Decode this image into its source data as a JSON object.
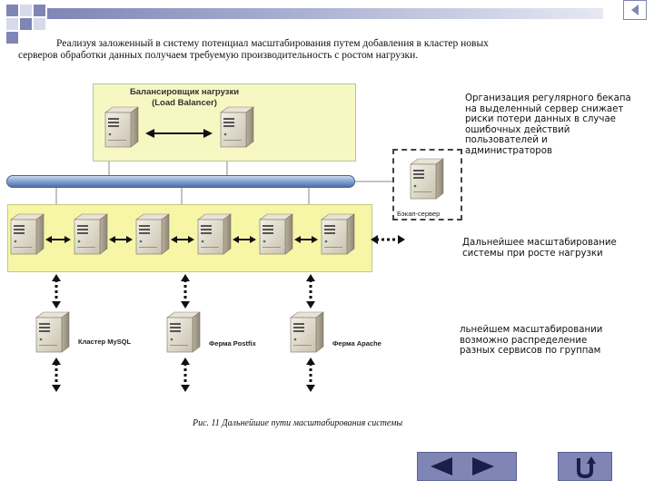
{
  "intro": {
    "line1": "Реализуя заложенный в систему потенциал масштабирования путем добавления в кластер новых",
    "line2": "серверов обработки данных получаем требуемую производительность с ростом нагрузки."
  },
  "diagram": {
    "load_balancer": {
      "title_line1": "Балансировщик нагрузки",
      "title_line2": "(Load Balancer)"
    },
    "backup_label": "Бэкап-сервер",
    "notes": {
      "backup_note": [
        "Организация регулярного бекапа",
        "на выделенный сервер снижает",
        "риски потери данных в случае",
        "ошибочных действий",
        "пользователей и",
        "администраторов"
      ],
      "scaling_note": [
        "Дальнейшее масштабирование",
        "системы при росте нагрузки"
      ],
      "distribution_note": [
        "льнейшем масштабировании",
        "возможно распределение",
        "разных сервисов по группам"
      ]
    },
    "nodes": {
      "mysql": "Кластер MySQL",
      "postfix": "Ферма Postfix",
      "apache": "Ферма Apache"
    }
  },
  "caption": "Рис. 11 Дальнейшие пути масштабирования системы",
  "nav": {
    "prev_icon": "triangle-left-icon",
    "next_icon": "triangle-right-icon",
    "return_icon": "return-arrow-icon"
  },
  "colors": {
    "accent": "#7f86b5",
    "lb_fill": "#f7f7c4",
    "cluster_fill": "#f6f6a6",
    "bus": "#7e9ccd"
  }
}
